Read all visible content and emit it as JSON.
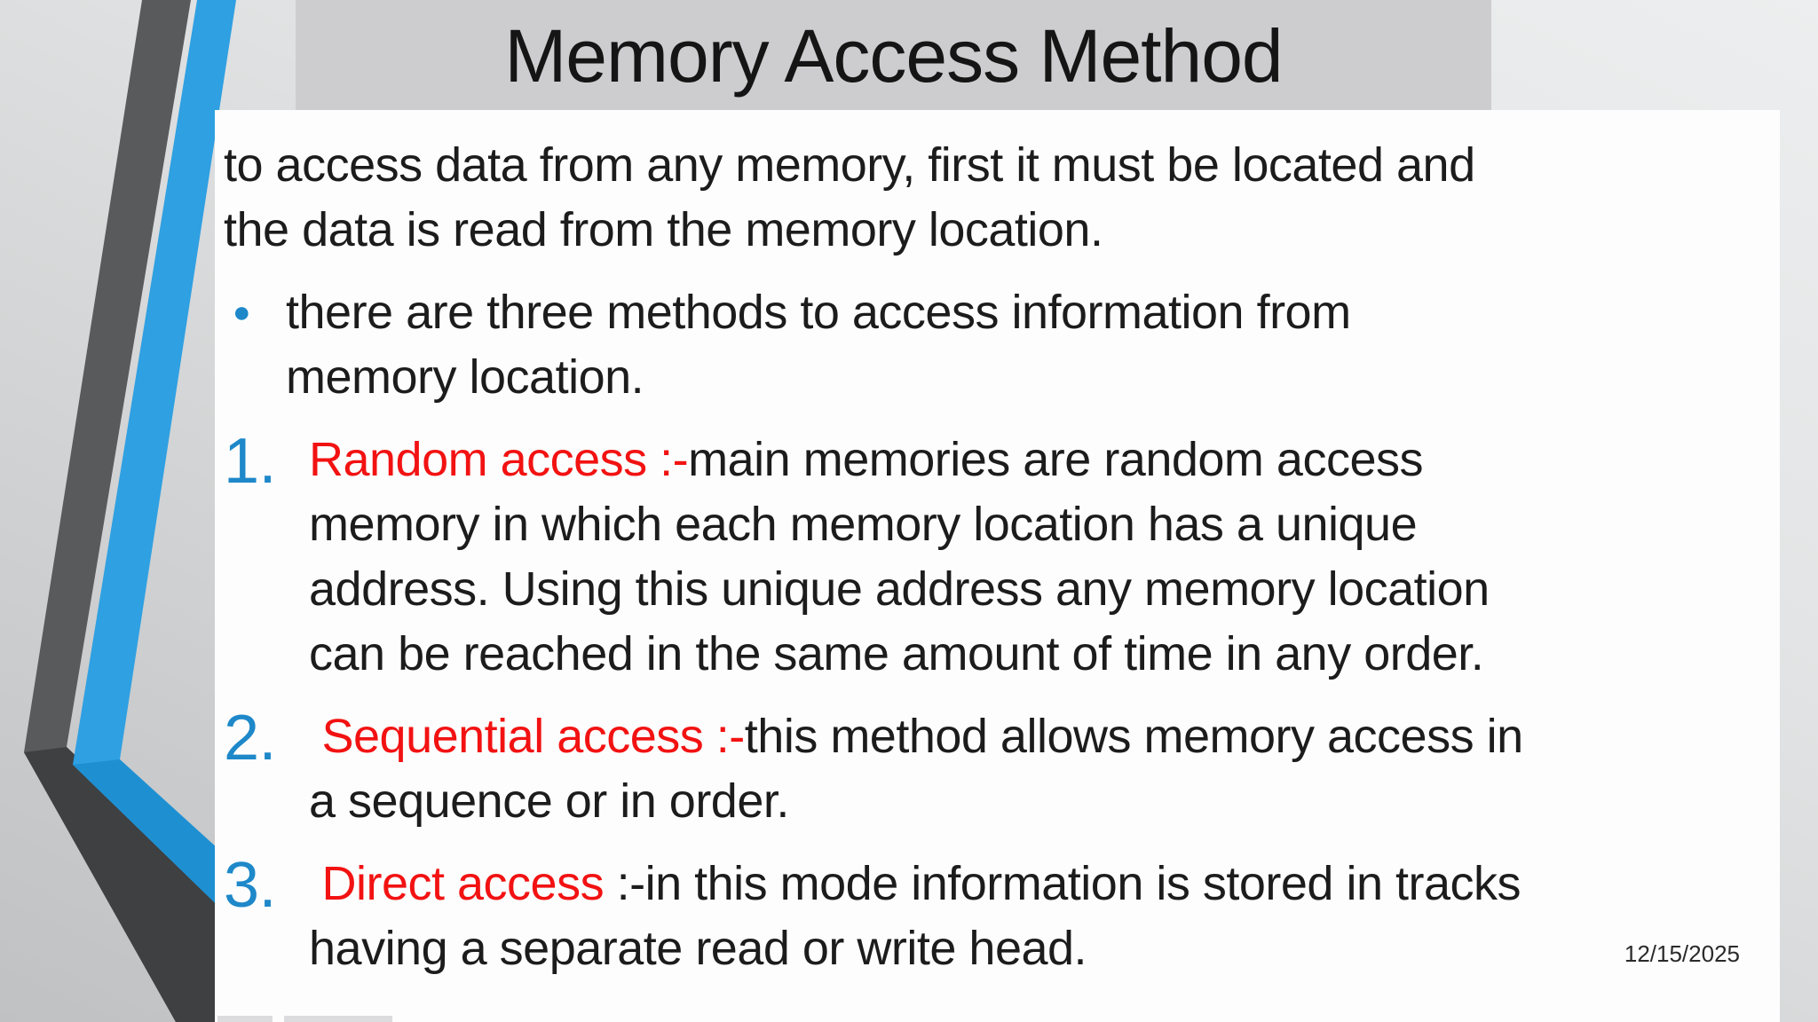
{
  "title": "Memory Access Method",
  "intro": {
    "lines": [
      "to access data from any memory, first it must be located and",
      "the data is read from the memory location."
    ]
  },
  "bullet": {
    "marker": "●",
    "lines": [
      "there are three methods to access information from",
      "memory location."
    ]
  },
  "items": [
    {
      "number": "1.",
      "lead_red": "Random access :-",
      "lead_rest": "main memories are random access",
      "lines": [
        "memory in which each memory location has a unique",
        "address. Using this unique address any memory location",
        "can be reached in the same amount of time in any order."
      ]
    },
    {
      "number": "2.",
      "lead_red": " Sequential access :-",
      "lead_rest": "this method allows memory access in",
      "lines": [
        "a sequence or in order."
      ]
    },
    {
      "number": "3.",
      "lead_red": " Direct access ",
      "lead_rest": ":-in this mode information is stored in tracks",
      "lines": [
        "having a separate read or write head."
      ]
    }
  ],
  "footer": {
    "date": "12/15/2025"
  },
  "colors": {
    "accent-blue": "#1e88c9",
    "keyword-red": "#f21212",
    "stripe-gray": "#595a5c",
    "stripe-gray-dark": "#3e4042",
    "stripe-blue": "#2fa0e2",
    "stripe-blue-dark": "#1e90d2",
    "banner-bg": "#cdcdcf",
    "panel-bg": "#fdfdfd",
    "text": "#1c1c1c"
  }
}
